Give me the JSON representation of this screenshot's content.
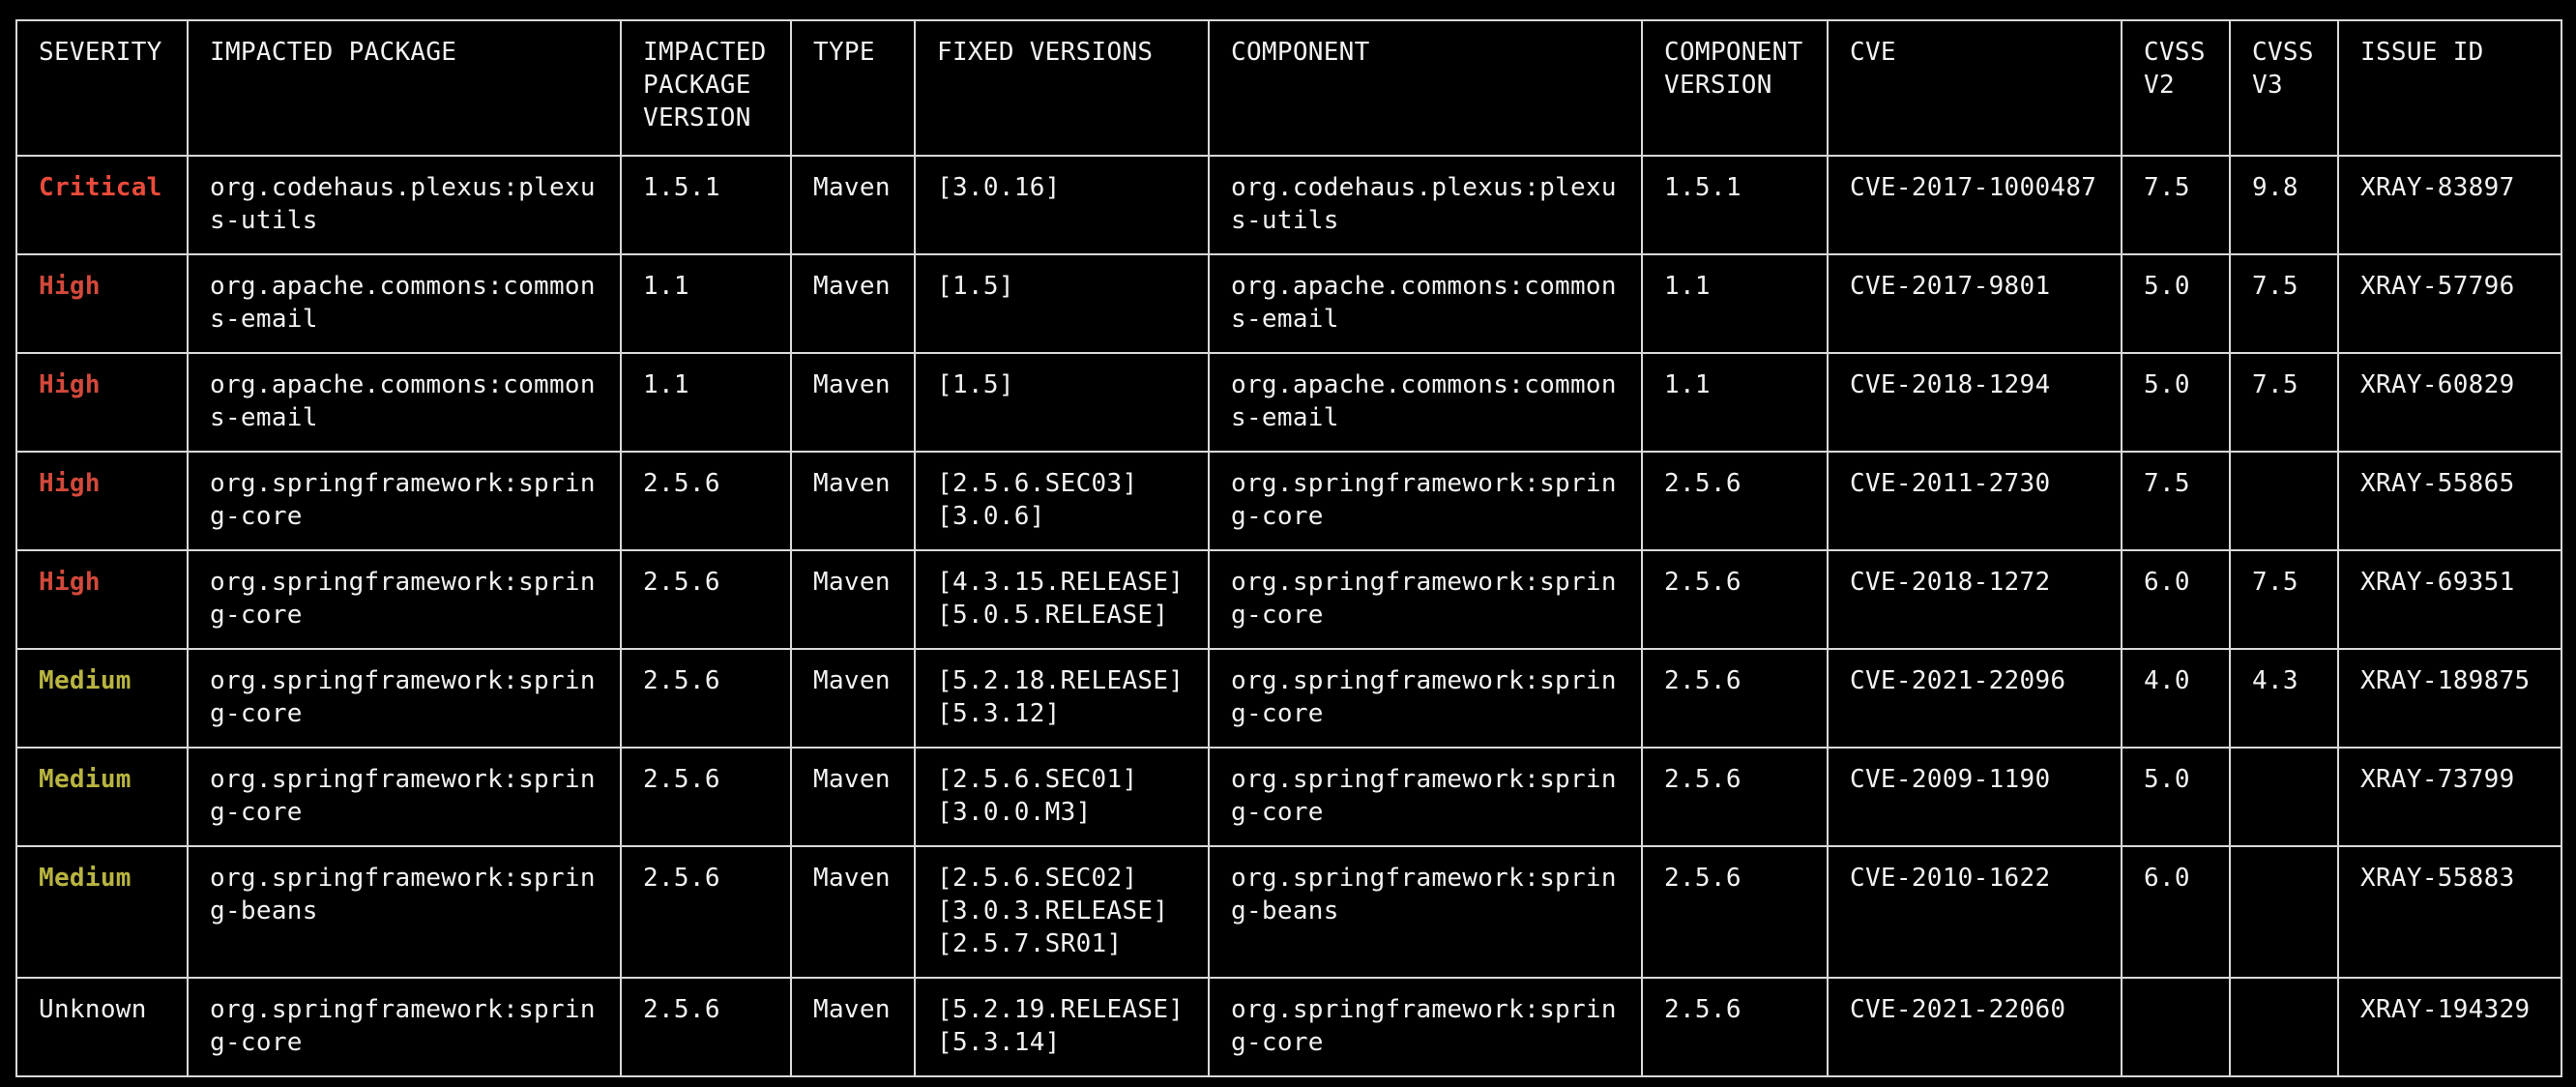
{
  "colors": {
    "critical": "#ea4b3c",
    "high": "#d2493b",
    "medium": "#b8b441",
    "unknown": "#f2f2f2"
  },
  "table": {
    "headers": [
      "SEVERITY",
      "IMPACTED PACKAGE",
      "IMPACTED\nPACKAGE\nVERSION",
      "TYPE",
      "FIXED VERSIONS",
      "COMPONENT",
      "COMPONENT\nVERSION",
      "CVE",
      "CVSS\nV2",
      "CVSS\nV3",
      "ISSUE ID"
    ],
    "rows": [
      {
        "severity": "Critical",
        "level": "critical",
        "package": "org.codehaus.plexus:plexus-utils",
        "pkg_version": "1.5.1",
        "type": "Maven",
        "fixed": "[3.0.16]",
        "component": "org.codehaus.plexus:plexus-utils",
        "comp_version": "1.5.1",
        "cve": "CVE-2017-1000487",
        "cvss2": "7.5",
        "cvss3": "9.8",
        "issue": "XRAY-83897"
      },
      {
        "severity": "High",
        "level": "high",
        "package": "org.apache.commons:commons-email",
        "pkg_version": "1.1",
        "type": "Maven",
        "fixed": "[1.5]",
        "component": "org.apache.commons:commons-email",
        "comp_version": "1.1",
        "cve": "CVE-2017-9801",
        "cvss2": "5.0",
        "cvss3": "7.5",
        "issue": "XRAY-57796"
      },
      {
        "severity": "High",
        "level": "high",
        "package": "org.apache.commons:commons-email",
        "pkg_version": "1.1",
        "type": "Maven",
        "fixed": "[1.5]",
        "component": "org.apache.commons:commons-email",
        "comp_version": "1.1",
        "cve": "CVE-2018-1294",
        "cvss2": "5.0",
        "cvss3": "7.5",
        "issue": "XRAY-60829"
      },
      {
        "severity": "High",
        "level": "high",
        "package": "org.springframework:spring-core",
        "pkg_version": "2.5.6",
        "type": "Maven",
        "fixed": "[2.5.6.SEC03]\n[3.0.6]",
        "component": "org.springframework:spring-core",
        "comp_version": "2.5.6",
        "cve": "CVE-2011-2730",
        "cvss2": "7.5",
        "cvss3": "",
        "issue": "XRAY-55865"
      },
      {
        "severity": "High",
        "level": "high",
        "package": "org.springframework:spring-core",
        "pkg_version": "2.5.6",
        "type": "Maven",
        "fixed": "[4.3.15.RELEASE]\n[5.0.5.RELEASE]",
        "component": "org.springframework:spring-core",
        "comp_version": "2.5.6",
        "cve": "CVE-2018-1272",
        "cvss2": "6.0",
        "cvss3": "7.5",
        "issue": "XRAY-69351"
      },
      {
        "severity": "Medium",
        "level": "medium",
        "package": "org.springframework:spring-core",
        "pkg_version": "2.5.6",
        "type": "Maven",
        "fixed": "[5.2.18.RELEASE]\n[5.3.12]",
        "component": "org.springframework:spring-core",
        "comp_version": "2.5.6",
        "cve": "CVE-2021-22096",
        "cvss2": "4.0",
        "cvss3": "4.3",
        "issue": "XRAY-189875"
      },
      {
        "severity": "Medium",
        "level": "medium",
        "package": "org.springframework:spring-core",
        "pkg_version": "2.5.6",
        "type": "Maven",
        "fixed": "[2.5.6.SEC01]\n[3.0.0.M3]",
        "component": "org.springframework:spring-core",
        "comp_version": "2.5.6",
        "cve": "CVE-2009-1190",
        "cvss2": "5.0",
        "cvss3": "",
        "issue": "XRAY-73799"
      },
      {
        "severity": "Medium",
        "level": "medium",
        "package": "org.springframework:spring-beans",
        "pkg_version": "2.5.6",
        "type": "Maven",
        "fixed": "[2.5.6.SEC02]\n[3.0.3.RELEASE]\n[2.5.7.SR01]",
        "component": "org.springframework:spring-beans",
        "comp_version": "2.5.6",
        "cve": "CVE-2010-1622",
        "cvss2": "6.0",
        "cvss3": "",
        "issue": "XRAY-55883"
      },
      {
        "severity": "Unknown",
        "level": "unknown",
        "package": "org.springframework:spring-core",
        "pkg_version": "2.5.6",
        "type": "Maven",
        "fixed": "[5.2.19.RELEASE]\n[5.3.14]",
        "component": "org.springframework:spring-core",
        "comp_version": "2.5.6",
        "cve": "CVE-2021-22060",
        "cvss2": "",
        "cvss3": "",
        "issue": "XRAY-194329"
      }
    ]
  }
}
